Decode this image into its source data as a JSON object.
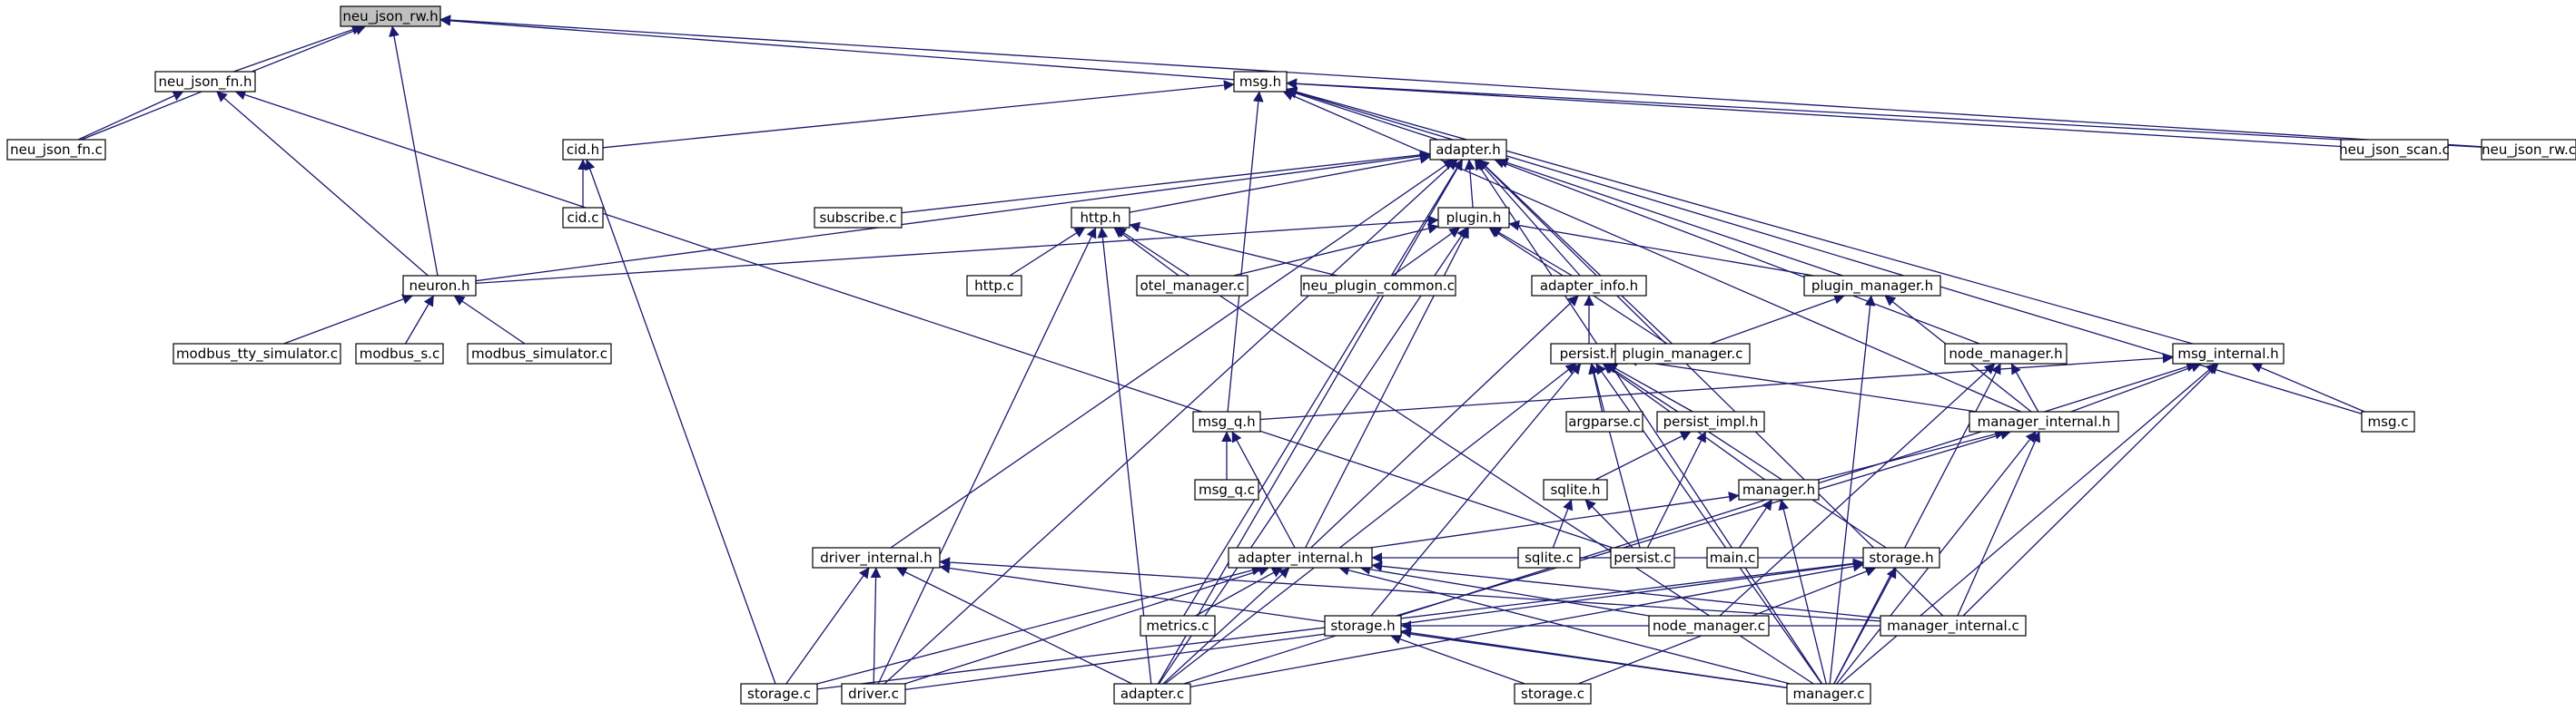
{
  "diagram": {
    "type": "include-dependency-graph",
    "edge_color": "#191970",
    "root_fill": "#bfbfbf",
    "nodes": [
      {
        "id": "neu_json_rw_h",
        "label": "neu_json_rw.h",
        "root": true
      },
      {
        "id": "neu_json_fn_h",
        "label": "neu_json_fn.h"
      },
      {
        "id": "neu_json_fn_c",
        "label": "neu_json_fn.c"
      },
      {
        "id": "msg_h",
        "label": "msg.h"
      },
      {
        "id": "cid_h",
        "label": "cid.h"
      },
      {
        "id": "cid_c",
        "label": "cid.c"
      },
      {
        "id": "adapter_h",
        "label": "adapter.h"
      },
      {
        "id": "neu_json_scan_c",
        "label": "neu_json_scan.c"
      },
      {
        "id": "neu_json_rw_c",
        "label": "neu_json_rw.c"
      },
      {
        "id": "subscribe_c",
        "label": "subscribe.c"
      },
      {
        "id": "http_h",
        "label": "http.h"
      },
      {
        "id": "plugin_h",
        "label": "plugin.h"
      },
      {
        "id": "neuron_h",
        "label": "neuron.h"
      },
      {
        "id": "http_c",
        "label": "http.c"
      },
      {
        "id": "otel_manager_c",
        "label": "otel_manager.c"
      },
      {
        "id": "neu_plugin_common_c",
        "label": "neu_plugin_common.c"
      },
      {
        "id": "adapter_info_h",
        "label": "adapter_info.h"
      },
      {
        "id": "plugin_manager_h",
        "label": "plugin_manager.h"
      },
      {
        "id": "modbus_tty_simulator_c",
        "label": "modbus_tty_simulator.c"
      },
      {
        "id": "modbus_s_c",
        "label": "modbus_s.c"
      },
      {
        "id": "modbus_simulator_c",
        "label": "modbus_simulator.c"
      },
      {
        "id": "persist_h",
        "label": "persist.h"
      },
      {
        "id": "plugin_manager_c",
        "label": "plugin_manager.c"
      },
      {
        "id": "node_manager_h",
        "label": "node_manager.h"
      },
      {
        "id": "msg_internal_h",
        "label": "msg_internal.h"
      },
      {
        "id": "msg_q_h",
        "label": "msg_q.h"
      },
      {
        "id": "argparse_c",
        "label": "argparse.c"
      },
      {
        "id": "persist_impl_h",
        "label": "persist_impl.h"
      },
      {
        "id": "manager_internal_h",
        "label": "manager_internal.h"
      },
      {
        "id": "msg_c",
        "label": "msg.c"
      },
      {
        "id": "msg_q_c",
        "label": "msg_q.c"
      },
      {
        "id": "sqlite_h",
        "label": "sqlite.h"
      },
      {
        "id": "manager_h",
        "label": "manager.h"
      },
      {
        "id": "driver_internal_h",
        "label": "driver_internal.h"
      },
      {
        "id": "adapter_internal_h",
        "label": "adapter_internal.h"
      },
      {
        "id": "sqlite_c",
        "label": "sqlite.c"
      },
      {
        "id": "persist_c",
        "label": "persist.c"
      },
      {
        "id": "main_c",
        "label": "main.c"
      },
      {
        "id": "storage_h_a",
        "label": "storage.h"
      },
      {
        "id": "metrics_c",
        "label": "metrics.c"
      },
      {
        "id": "storage_h_b",
        "label": "storage.h"
      },
      {
        "id": "node_manager_c",
        "label": "node_manager.c"
      },
      {
        "id": "manager_internal_c",
        "label": "manager_internal.c"
      },
      {
        "id": "storage_c_a",
        "label": "storage.c"
      },
      {
        "id": "driver_c",
        "label": "driver.c"
      },
      {
        "id": "adapter_c",
        "label": "adapter.c"
      },
      {
        "id": "storage_c_b",
        "label": "storage.c"
      },
      {
        "id": "manager_c",
        "label": "manager.c"
      }
    ],
    "edges": [
      [
        "neu_json_fn_h",
        "neu_json_rw_h"
      ],
      [
        "neu_json_fn_c",
        "neu_json_rw_h"
      ],
      [
        "msg_h",
        "neu_json_rw_h"
      ],
      [
        "neuron_h",
        "neu_json_rw_h"
      ],
      [
        "neu_json_rw_c",
        "neu_json_rw_h"
      ],
      [
        "neu_json_fn_c",
        "neu_json_fn_h"
      ],
      [
        "neuron_h",
        "neu_json_fn_h"
      ],
      [
        "persist_c",
        "neu_json_fn_h"
      ],
      [
        "cid_h",
        "msg_h"
      ],
      [
        "adapter_h",
        "msg_h"
      ],
      [
        "neu_json_scan_c",
        "msg_h"
      ],
      [
        "neu_json_rw_c",
        "msg_h"
      ],
      [
        "msg_q_h",
        "msg_h"
      ],
      [
        "msg_internal_h",
        "msg_h"
      ],
      [
        "manager_internal_h",
        "msg_h"
      ],
      [
        "msg_c",
        "msg_h"
      ],
      [
        "cid_c",
        "cid_h"
      ],
      [
        "storage_c_a",
        "cid_h"
      ],
      [
        "subscribe_c",
        "adapter_h"
      ],
      [
        "http_h",
        "adapter_h"
      ],
      [
        "plugin_h",
        "adapter_h"
      ],
      [
        "neuron_h",
        "adapter_h"
      ],
      [
        "adapter_info_h",
        "adapter_h"
      ],
      [
        "plugin_manager_h",
        "adapter_h"
      ],
      [
        "plugin_manager_c",
        "adapter_h"
      ],
      [
        "node_manager_h",
        "adapter_h"
      ],
      [
        "driver_internal_h",
        "adapter_h"
      ],
      [
        "metrics_c",
        "adapter_h"
      ],
      [
        "manager_internal_c",
        "adapter_h"
      ],
      [
        "driver_c",
        "adapter_h"
      ],
      [
        "adapter_c",
        "adapter_h"
      ],
      [
        "manager_c",
        "adapter_h"
      ],
      [
        "http_c",
        "http_h"
      ],
      [
        "otel_manager_c",
        "http_h"
      ],
      [
        "neu_plugin_common_c",
        "http_h"
      ],
      [
        "driver_c",
        "http_h"
      ],
      [
        "adapter_c",
        "http_h"
      ],
      [
        "manager_c",
        "http_h"
      ],
      [
        "neuron_h",
        "plugin_h"
      ],
      [
        "otel_manager_c",
        "plugin_h"
      ],
      [
        "neu_plugin_common_c",
        "plugin_h"
      ],
      [
        "adapter_info_h",
        "plugin_h"
      ],
      [
        "plugin_manager_h",
        "plugin_h"
      ],
      [
        "plugin_manager_c",
        "plugin_h"
      ],
      [
        "adapter_internal_h",
        "plugin_h"
      ],
      [
        "adapter_c",
        "plugin_h"
      ],
      [
        "modbus_tty_simulator_c",
        "neuron_h"
      ],
      [
        "modbus_s_c",
        "neuron_h"
      ],
      [
        "modbus_simulator_c",
        "neuron_h"
      ],
      [
        "persist_h",
        "adapter_info_h"
      ],
      [
        "adapter_internal_h",
        "adapter_info_h"
      ],
      [
        "plugin_manager_c",
        "plugin_manager_h"
      ],
      [
        "manager_internal_h",
        "plugin_manager_h"
      ],
      [
        "manager_c",
        "plugin_manager_h"
      ],
      [
        "argparse_c",
        "persist_h"
      ],
      [
        "persist_impl_h",
        "persist_h"
      ],
      [
        "manager_internal_h",
        "persist_h"
      ],
      [
        "manager_h",
        "persist_h"
      ],
      [
        "persist_c",
        "persist_h"
      ],
      [
        "storage_h_b",
        "persist_h"
      ],
      [
        "storage_h_a",
        "persist_h"
      ],
      [
        "adapter_c",
        "persist_h"
      ],
      [
        "manager_c",
        "persist_h"
      ],
      [
        "manager_internal_h",
        "node_manager_h"
      ],
      [
        "node_manager_c",
        "node_manager_h"
      ],
      [
        "manager_c",
        "node_manager_h"
      ],
      [
        "msg_q_h",
        "msg_internal_h"
      ],
      [
        "manager_internal_h",
        "msg_internal_h"
      ],
      [
        "msg_c",
        "msg_internal_h"
      ],
      [
        "manager_internal_c",
        "msg_internal_h"
      ],
      [
        "adapter_c",
        "msg_internal_h"
      ],
      [
        "manager_c",
        "msg_internal_h"
      ],
      [
        "msg_q_c",
        "msg_q_h"
      ],
      [
        "adapter_internal_h",
        "msg_q_h"
      ],
      [
        "sqlite_h",
        "persist_impl_h"
      ],
      [
        "persist_c",
        "persist_impl_h"
      ],
      [
        "manager_h",
        "manager_internal_h"
      ],
      [
        "storage_h_b",
        "manager_internal_h"
      ],
      [
        "manager_internal_c",
        "manager_internal_h"
      ],
      [
        "manager_c",
        "manager_internal_h"
      ],
      [
        "sqlite_c",
        "sqlite_h"
      ],
      [
        "persist_c",
        "sqlite_h"
      ],
      [
        "main_c",
        "manager_h"
      ],
      [
        "adapter_internal_h",
        "manager_h"
      ],
      [
        "manager_c",
        "manager_h"
      ],
      [
        "storage_c_a",
        "driver_internal_h"
      ],
      [
        "driver_c",
        "driver_internal_h"
      ],
      [
        "adapter_c",
        "driver_internal_h"
      ],
      [
        "manager_c",
        "driver_internal_h"
      ],
      [
        "metrics_c",
        "adapter_internal_h"
      ],
      [
        "storage_h_a",
        "adapter_internal_h"
      ],
      [
        "node_manager_c",
        "adapter_internal_h"
      ],
      [
        "manager_internal_c",
        "adapter_internal_h"
      ],
      [
        "storage_c_a",
        "adapter_internal_h"
      ],
      [
        "driver_c",
        "adapter_internal_h"
      ],
      [
        "adapter_c",
        "adapter_internal_h"
      ],
      [
        "manager_c",
        "adapter_internal_h"
      ],
      [
        "manager_internal_c",
        "storage_h_b"
      ],
      [
        "storage_c_b",
        "storage_h_b"
      ],
      [
        "manager_c",
        "storage_h_b"
      ],
      [
        "storage_c_a",
        "storage_h_a"
      ],
      [
        "driver_c",
        "storage_h_a"
      ],
      [
        "adapter_c",
        "storage_h_a"
      ],
      [
        "storage_c_b",
        "storage_h_a"
      ],
      [
        "manager_c",
        "storage_h_a"
      ],
      [
        "manager_internal_c",
        "driver_internal_h"
      ]
    ]
  }
}
